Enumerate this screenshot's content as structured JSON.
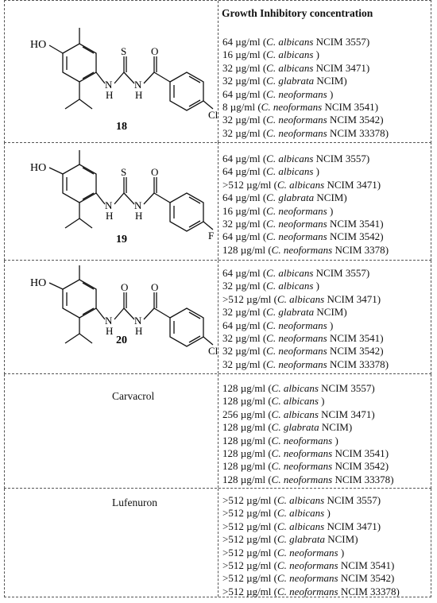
{
  "header": "Growth Inhibitory concentration",
  "compounds": [
    {
      "label": "18",
      "substituent": "Cl",
      "heteroatom": "S",
      "values": [
        {
          "conc": "64 µg/ml",
          "species": "C. albicans",
          "strain": "NCIM 3557"
        },
        {
          "conc": "16 µg/ml",
          "species": "C. albicans",
          "strain": ""
        },
        {
          "conc": "32 µg/ml",
          "species": "C. albicans",
          "strain": "NCIM 3471"
        },
        {
          "conc": "32 µg/ml",
          "species": "C. glabrata",
          "strain": "NCIM"
        },
        {
          "conc": "64 µg/ml",
          "species": "C. neoformans",
          "strain": ""
        },
        {
          "conc": "8 µg/ml",
          "species": "C. neoformans",
          "strain": "NCIM 3541"
        },
        {
          "conc": "32 µg/ml",
          "species": "C. neoformans",
          "strain": "NCIM 3542"
        },
        {
          "conc": "32 µg/ml",
          "species": "C. neoformans",
          "strain": "NCIM 33378"
        }
      ]
    },
    {
      "label": "19",
      "substituent": "F",
      "heteroatom": "S",
      "values": [
        {
          "conc": "64 µg/ml",
          "species": "C. albicans",
          "strain": "NCIM 3557"
        },
        {
          "conc": "64 µg/ml",
          "species": "C. albicans",
          "strain": ""
        },
        {
          "conc": ">512 µg/ml",
          "species": "C. albicans",
          "strain": "NCIM 3471"
        },
        {
          "conc": "64 µg/ml",
          "species": "C. glabrata",
          "strain": "NCIM"
        },
        {
          "conc": "16 µg/ml",
          "species": "C. neoformans",
          "strain": ""
        },
        {
          "conc": "32 µg/ml",
          "species": "C. neoformans",
          "strain": "NCIM 3541"
        },
        {
          "conc": "64 µg/ml",
          "species": "C. neoformans",
          "strain": "NCIM 3542"
        },
        {
          "conc": "128 µg/ml",
          "species": "C. neoformans",
          "strain": "NCIM 3378"
        }
      ]
    },
    {
      "label": "20",
      "substituent": "Cl",
      "heteroatom": "O",
      "values": [
        {
          "conc": "64 µg/ml",
          "species": "C. albicans",
          "strain": "NCIM 3557"
        },
        {
          "conc": "32 µg/ml",
          "species": "C. albicans",
          "strain": ""
        },
        {
          "conc": ">512 µg/ml",
          "species": "C. albicans",
          "strain": "NCIM 3471"
        },
        {
          "conc": "32 µg/ml",
          "species": "C. glabrata",
          "strain": "NCIM"
        },
        {
          "conc": "64 µg/ml",
          "species": "C. neoformans",
          "strain": ""
        },
        {
          "conc": "32 µg/ml",
          "species": "C. neoformans",
          "strain": "NCIM 3541"
        },
        {
          "conc": "32 µg/ml",
          "species": "C. neoformans",
          "strain": "NCIM 3542"
        },
        {
          "conc": "32 µg/ml",
          "species": "C. neoformans",
          "strain": "NCIM 33378"
        }
      ]
    },
    {
      "label": "Carvacrol",
      "values": [
        {
          "conc": "128 µg/ml",
          "species": "C. albicans",
          "strain": "NCIM 3557"
        },
        {
          "conc": "128 µg/ml",
          "species": "C. albicans",
          "strain": ""
        },
        {
          "conc": "256 µg/ml",
          "species": "C. albicans",
          "strain": "NCIM 3471"
        },
        {
          "conc": "128 µg/ml",
          "species": "C. glabrata",
          "strain": "NCIM"
        },
        {
          "conc": "128 µg/ml",
          "species": "C. neoformans",
          "strain": ""
        },
        {
          "conc": "128 µg/ml",
          "species": "C. neoformans",
          "strain": "NCIM 3541"
        },
        {
          "conc": "128 µg/ml",
          "species": "C. neoformans",
          "strain": "NCIM 3542"
        },
        {
          "conc": "128 µg/ml",
          "species": "C. neoformans",
          "strain": "NCIM 33378"
        }
      ]
    },
    {
      "label": "Lufenuron",
      "values": [
        {
          "conc": ">512 µg/ml",
          "species": "C. albicans",
          "strain": "NCIM 3557"
        },
        {
          "conc": ">512 µg/ml",
          "species": "C. albicans",
          "strain": ""
        },
        {
          "conc": ">512 µg/ml",
          "species": "C. albicans",
          "strain": "NCIM 3471"
        },
        {
          "conc": ">512 µg/ml",
          "species": "C. glabrata",
          "strain": "NCIM"
        },
        {
          "conc": ">512 µg/ml",
          "species": "C. neoformans",
          "strain": ""
        },
        {
          "conc": ">512 µg/ml",
          "species": "C. neoformans",
          "strain": "NCIM 3541"
        },
        {
          "conc": ">512 µg/ml",
          "species": "C. neoformans",
          "strain": "NCIM 3542"
        },
        {
          "conc": ">512 µg/ml",
          "species": "C. neoformans",
          "strain": "NCIM 33378"
        }
      ]
    }
  ],
  "structure_labels": {
    "hydroxyl": "HO",
    "amine_h": "H",
    "amine_n": "N",
    "carbonyl_o": "O"
  }
}
